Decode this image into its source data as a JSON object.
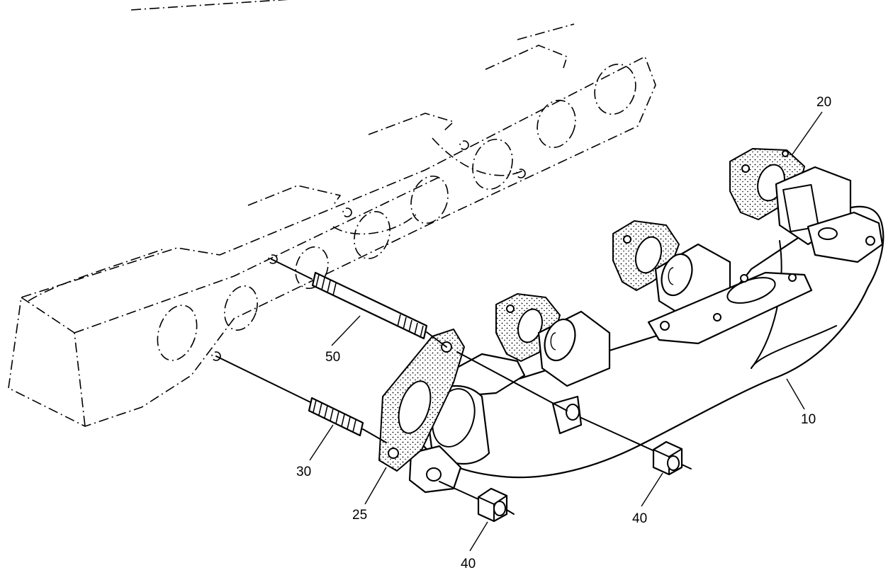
{
  "callouts": {
    "manifold": "10",
    "gasket": "20",
    "flange_gasket": "25",
    "short_stud": "30",
    "nut_right": "40",
    "nut_left": "40",
    "long_stud": "50"
  }
}
